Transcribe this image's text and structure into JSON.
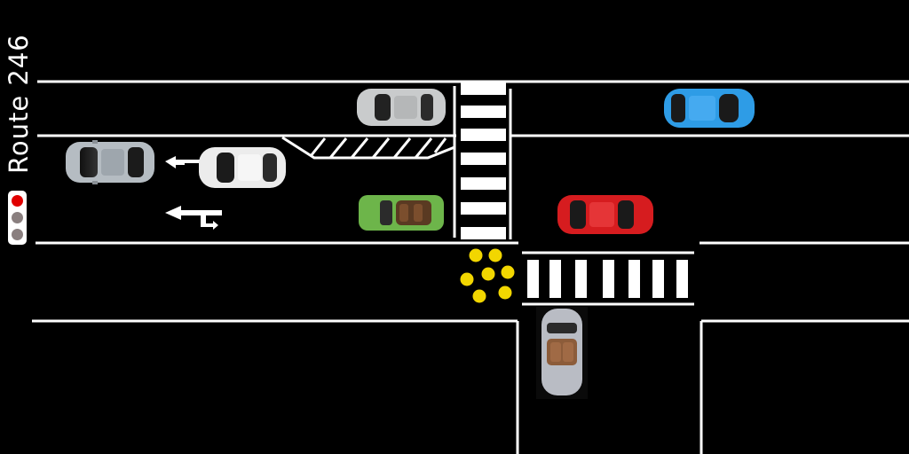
{
  "hud": {
    "route_label": "Route 246"
  },
  "signal": {
    "active": "red",
    "lamps": [
      {
        "name": "red",
        "color": "#e00000"
      },
      {
        "name": "yellow",
        "color": "#8a7f7f"
      },
      {
        "name": "green",
        "color": "#8a7f7f"
      }
    ]
  },
  "colors": {
    "road_background": "#000000",
    "road_markings": "#ffffff",
    "tactile_paving": "#f2d600"
  },
  "lane_arrows": [
    "left-turn-arrow",
    "straight-and-right-turn-arrow"
  ],
  "vehicles": [
    {
      "name": "silver-car",
      "heading": "right",
      "color": "#b5bcc2"
    },
    {
      "name": "white-car",
      "heading": "left",
      "color": "#ececec"
    },
    {
      "name": "grey-car",
      "heading": "left",
      "color": "#c9cbcc"
    },
    {
      "name": "green-convertible",
      "heading": "left",
      "color": "#6db54a"
    },
    {
      "name": "blue-car",
      "heading": "right",
      "color": "#2e9ce6"
    },
    {
      "name": "red-car",
      "heading": "right",
      "color": "#d61c1f"
    },
    {
      "name": "silver-convertible",
      "heading": "down",
      "color": "#b9bcc4"
    }
  ]
}
